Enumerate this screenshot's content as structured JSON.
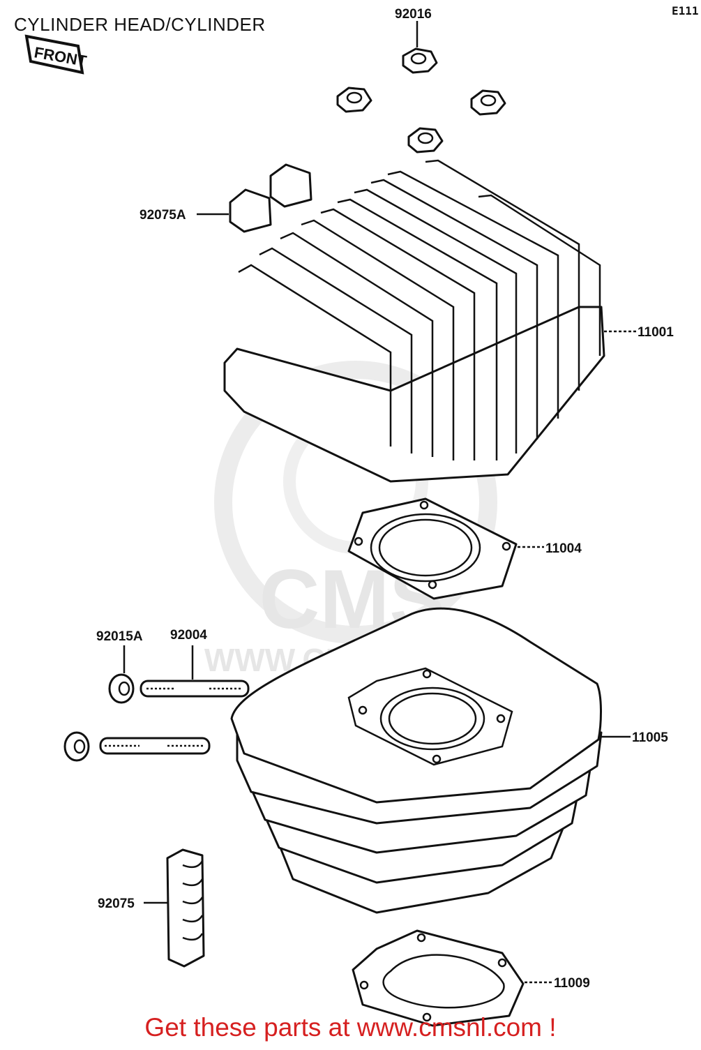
{
  "title": "CYLINDER HEAD/CYLINDER",
  "diagram_code": "E111",
  "front_label": "FRONT",
  "watermark": {
    "url": "WWW.CMSNL.COM",
    "brand": "CMS"
  },
  "parts": {
    "p92016": "92016",
    "p92075a": "92075A",
    "p11001": "11001",
    "p11004": "11004",
    "p92015a": "92015A",
    "p92004": "92004",
    "p11005": "11005",
    "p92075": "92075",
    "p11009": "11009"
  },
  "call_to_action": "Get these parts at www.cmsnl.com !"
}
